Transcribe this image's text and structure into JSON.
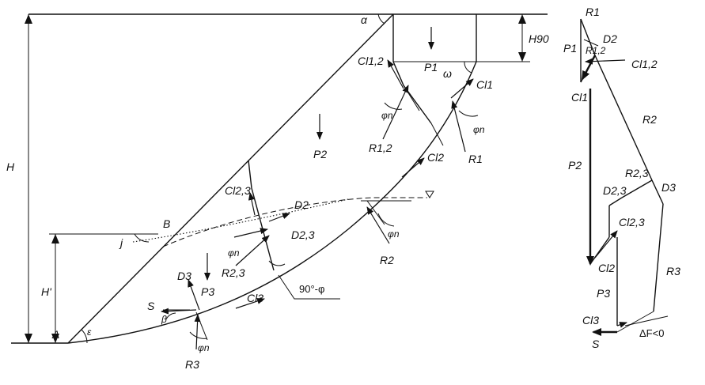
{
  "labels": {
    "alpha": "α",
    "H90": "H90",
    "P1": "P1",
    "omega": "ω",
    "Cl12": "Cl1,2",
    "Cl1": "Cl1",
    "phi_n": "φn",
    "R12": "R1,2",
    "R1": "R1",
    "P2": "P2",
    "H": "H",
    "Cl2": "Cl2",
    "Cl23": "Cl2,3",
    "D2": "D2",
    "B": "B",
    "j": "j",
    "D23": "D2,3",
    "R23": "R2,3",
    "R2": "R2",
    "Hprime": "H'",
    "ninety_minus_phi": "90°-φ",
    "D3": "D3",
    "P3": "P3",
    "Cl3": "Cl3",
    "S": "S",
    "beta": "β",
    "A": "A",
    "epsilon": "ε",
    "R3": "R3"
  },
  "polygon": {
    "R1": "R1",
    "P1": "P1",
    "D2": "D2",
    "R12": "R1,2",
    "Cl12": "Cl1,2",
    "Cl1": "Cl1",
    "R2": "R2",
    "P2": "P2",
    "R23": "R2,3",
    "D3": "D3",
    "D23": "D2,3",
    "Cl23": "Cl2,3",
    "Cl2": "Cl2",
    "R3": "R3",
    "P3": "P3",
    "Cl3": "Cl3",
    "S": "S",
    "dF": "ΔF<0"
  }
}
